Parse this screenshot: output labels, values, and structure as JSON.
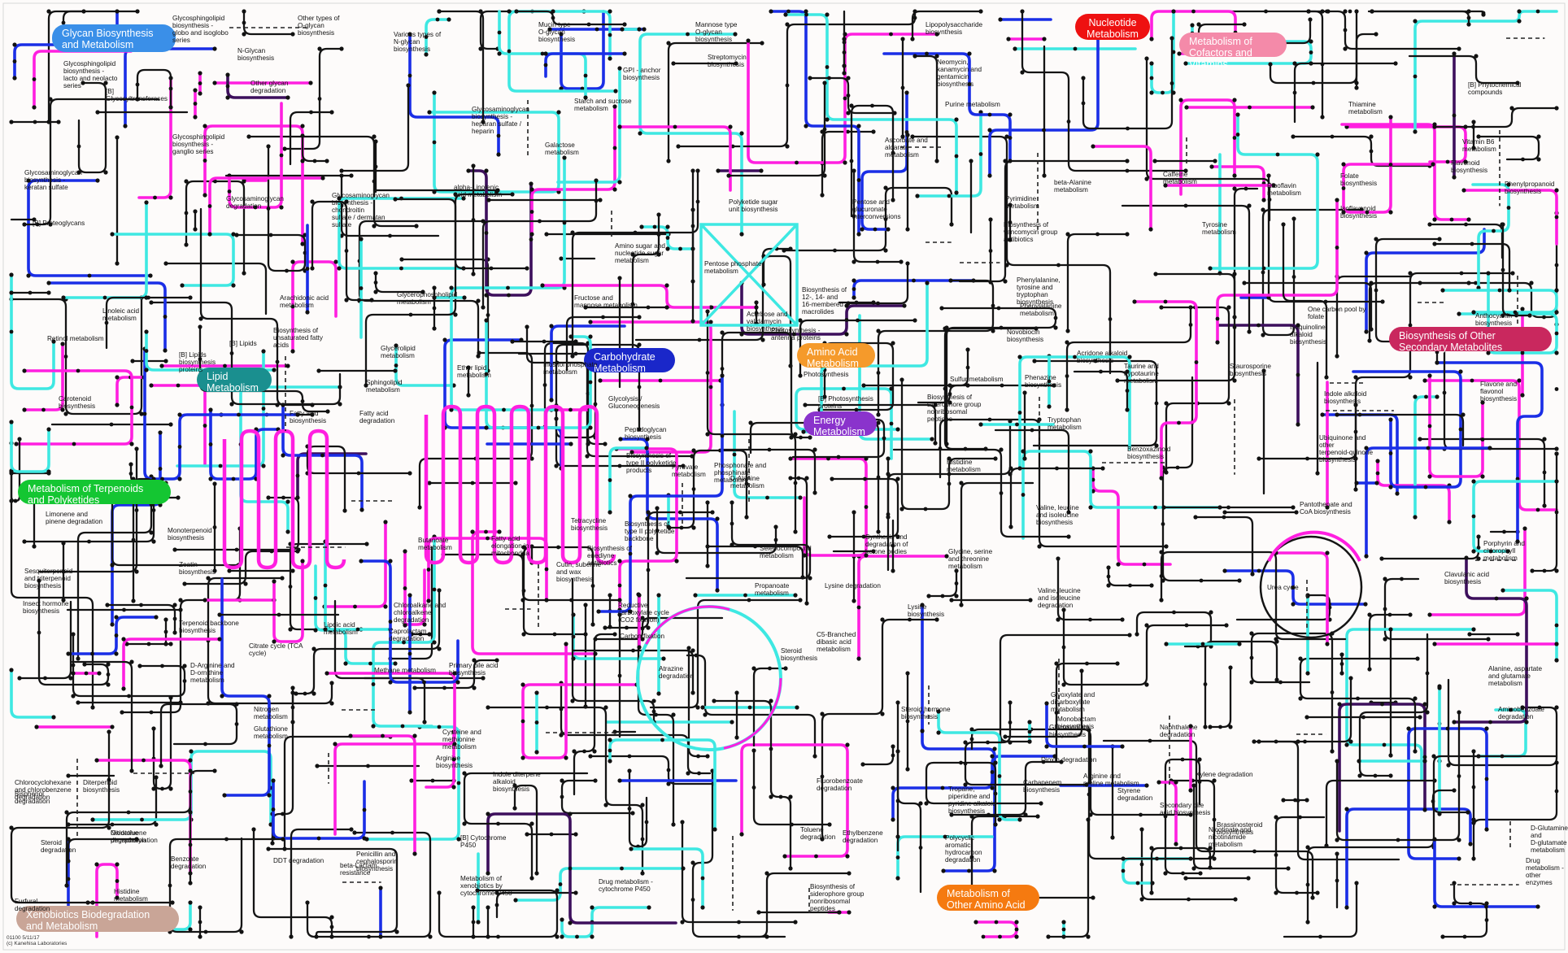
{
  "colors": {
    "black": "#141414",
    "cyan": "#3ee8e2",
    "magenta": "#ff1fe0",
    "blue": "#1a2ee6",
    "purple": "#3d0f5c"
  },
  "categories": [
    {
      "text": "Glycan Biosynthesis and Metabolism",
      "color": "#3a8fe8"
    },
    {
      "text": "Nucleotide Metabolism",
      "color": "#ee1111"
    },
    {
      "text": "Metabolism of Cofactors and Vitamins",
      "color": "#f48aa9"
    },
    {
      "text": "Lipid Metabolism",
      "color": "#1a8f8f"
    },
    {
      "text": "Carbohydrate Metabolism",
      "color": "#1a27c9"
    },
    {
      "text": "Amino Acid Metabolism",
      "color": "#f59a2b"
    },
    {
      "text": "Energy Metabolism",
      "color": "#8a33cc"
    },
    {
      "text": "Biosynthesis of Other Secondary Metabolites",
      "color": "#c9285e"
    },
    {
      "text": "Metabolism of Terpenoids and Polyketides",
      "color": "#14c632"
    },
    {
      "text": "Xenobiotics Biodegradation and Metabolism",
      "color": "#c9a597"
    },
    {
      "text": "Metabolism of Other Amino Acid",
      "color": "#f57a10"
    }
  ],
  "pathways": [
    "Glycosphingolipid biosynthesis - globo and isoglobo series",
    "Other types of O-glycan biosynthesis",
    "Various types of N-glycan biosynthesis",
    "Mucin type O-glycan biosynthesis",
    "Mannose type O-glycan biosynthesis",
    "Lipopolysaccharide biosynthesis",
    "Glycosphingolipid biosynthesis - lacto and neolacto series",
    "N-Glycan biosynthesis",
    "Other glycan degradation",
    "[B] Glycosyltransferases",
    "GPI - anchor biosynthesis",
    "Neomycin, kanamycin and gentamicin biosynthesis",
    "Streptomycin biosynthesis",
    "Purine metabolism",
    "[B] Phytochemical compounds",
    "Glycosaminoglycan biosynthesis - heparan sulfate / heparin",
    "Starch and sucrose metabolism",
    "Glycosphingolipid biosynthesis - ganglio series",
    "Ascorbate and aldarate metabolism",
    "Thiamine metabolism",
    "Vitamin B6 metabolism",
    "Galactose metabolism",
    "Glycosaminoglycan biosynthesis - keratan sulfate",
    "alpha-Linolenic acid metabolism",
    "beta-Alanine metabolism",
    "Caffeine metabolism",
    "Riboflavin metabolism",
    "Folate biosynthesis",
    "Flavonoid biosynthesis",
    "Phenylpropanoid biosynthesis",
    "Glycosaminoglycan degradation",
    "Glycosaminoglycan biosynthesis - chondroitin sulfate / dermatan sulfate",
    "Polyketide sugar unit biosynthesis",
    "Pentose and glucuronate interconversions",
    "Pyrimidine metabolism",
    "Isoflavonoid biosynthesis",
    "[B] Proteoglycans",
    "Biosynthesis of vancomycin group antibiotics",
    "Tyrosine metabolism",
    "Amino sugar and nucleotide sugar metabolism",
    "Pentose phosphate metabolism",
    "Phenylalanine, tyrosine and tryptophan biosynthesis",
    "Fructose and mannose metabolism",
    "Biosynthesis of 12-, 14- and 16-membered macrolides",
    "Phenylalanine metabolism",
    "One carbon pool by folate",
    "Anthocyanin biosynthesis",
    "Linoleic acid metabolism",
    "Glycerophospholipid metabolism",
    "Arachidonic acid metabolism",
    "Acarbose and validamycin biosynthesis",
    "Isoquinoline alkaloid biosynthesis",
    "Retinol metabolism",
    "[B] Lipids",
    "Biosynthesis of unsaturated fatty acids",
    "Photosynthesis - antenna proteins",
    "Novobiocin biosynthesis",
    "Glycerolipid metabolism",
    "[B] Lipids biosynthesis proteins",
    "Ether lipid metabolism",
    "Acridone alkaloid biosynthesis",
    "Inositol phosphate metabolism",
    "Photosynthesis",
    "Sulfur metabolism",
    "Phenazine biosynthesis",
    "Taurine and hypotaurine metabolism",
    "Staurosporine biosynthesis",
    "Flavone and flavonol biosynthesis",
    "Carotenoid biosynthesis",
    "Sphingolipid metabolism",
    "Glycolysis / Gluconeogenesis",
    "Biosynthesis of siderophore group nonribosomal peptides",
    "Indole alkaloid biosynthesis",
    "Fatty acid biosynthesis",
    "Fatty acid degradation",
    "[B] Photosynthesis proteins",
    "Tryptophan metabolism",
    "Ubiquinone and other terpenoid-quinone biosynthesis",
    "Peptidoglycan biosynthesis",
    "Histidine metabolism",
    "Pyruvate metabolism",
    "Phosphonate and phosphinate metabolism",
    "Biosynthesis of type II polyketide products",
    "Benzoxazinoid biosynthesis",
    "D-Alanine metabolism",
    "Valine, leucine and isoleucine biosynthesis",
    "Pantothenate and CoA biosynthesis",
    "Limonene and pinene degradation",
    "Tetracycline biosynthesis",
    "Biosynthesis of type II polyketide backbone",
    "Monoterpenoid biosynthesis",
    "Biosynthesis of enediyne antibiotics",
    "Synthesis and degradation of ketone bodies",
    "Glycine, serine and threonine metabolism",
    "Porphyrin and chlorophyll metabolism",
    "Zeatin biosynthesis",
    "Butanoate metabolism",
    "Fatty acid elongation in mitochondria",
    "Selenocompound metabolism",
    "Urea cycle",
    "Sesquiterpenoid and triterpenoid biosynthesis",
    "Cutin, suberine and wax biosynthesis",
    "Propanoate metabolism",
    "Lysine degradation",
    "Valine, leucine and isoleucine degradation",
    "Clavulanic acid biosynthesis",
    "Insect hormone biosynthesis",
    "Chloroalkane and chloroalkene degradation",
    "Reductive carboxylate cycle (CO2 fixation)",
    "Lysine biosynthesis",
    "Terpenoid backbone biosynthesis",
    "Lipoic acid metabolism",
    "Caprolactam degradation",
    "Carbon fixation",
    "C5-Branched dibasic acid metabolism",
    "Steroid biosynthesis",
    "Citrate cycle (TCA cycle)",
    "Alanine, aspartate and glutamate metabolism",
    "D-Arginine and D-ornithine metabolism",
    "Primary bile acid biosynthesis",
    "Methane metabolism",
    "Atrazine degradation",
    "Glyoxylate and dicarboxylate metabolism",
    "Monobactam biosynthesis",
    "Nitrogen metabolism",
    "Steroid hormone biosynthesis",
    "Aminobenzoate degradation",
    "Cysteine and methionine metabolism",
    "Glucosinolate biosynthesis",
    "Naphthalene degradation",
    "Glutathione metabolism",
    "Arginine biosynthesis",
    "Dioxin degradation",
    "Xylene degradation",
    "Indole diterpene alkaloid biosynthesis",
    "Chlorocyclohexane and chlorobenzene degradation",
    "Carbapenem biosynthesis",
    "Arginine and proline metabolism",
    "Diterpenoid biosynthesis",
    "Fluorobenzoate degradation",
    "Bisphenol degradation",
    "Tropane, piperidine and pyridine alkaloid biosynthesis",
    "Brassinosteroid biosynthesis",
    "Secondary bile acid biosynthesis",
    "Oxidative phosphorylation",
    "Styrene degradation",
    "Nicotinate and nicotinamide metabolism",
    "Benzoate degradation",
    "Penicillin and cephalosporin biosynthesis",
    "Steroid degradation",
    "Nitrotoluene degradation",
    "Toluene degradation",
    "Ethylbenzene degradation",
    "D-Glutamine and D-glutamate metabolism",
    "[B] Cytochrome P450",
    "Polycyclic aromatic hydrocarbon degradation",
    "DDT degradation",
    "beta-Lactam resistance",
    "Metabolism of xenobiotics by cytochrome P450",
    "Drug metabolism - cytochrome P450",
    "Drug metabolism - other enzymes",
    "Furfural degradation",
    "Histidine metabolism",
    "Biosynthesis of siderophore group nonribosomal peptides"
  ],
  "footer": {
    "map_id": "01100 5/11/17",
    "copyright": "(c) Kanehisa Laboratories"
  }
}
